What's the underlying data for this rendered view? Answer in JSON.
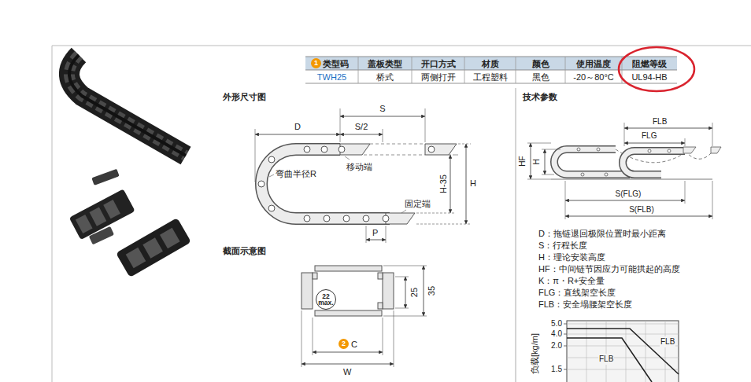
{
  "diagram": {
    "nodes": [
      {
        "text": [
          "1"
        ]
      },
      {
        "text": [
          "22 max."
        ]
      },
      {
        "text": [
          "2"
        ]
      }
    ],
    "labels": [
      "类型码",
      "盖板类型",
      "开口方式",
      "材质",
      "颜色",
      "使用温度",
      "阻燃等级",
      "TWH25",
      "桥式",
      "两侧打开",
      "工程塑料",
      "黑色",
      "-20～80°C",
      "UL94-HB",
      "外形尺寸图",
      "S",
      "D",
      "S/2",
      "弯曲半径R",
      "移动端",
      "H-35",
      "H",
      "固定端",
      "P",
      "截面示意图",
      "25",
      "35",
      "C",
      "W",
      "技术参数",
      "FLB",
      "FLG",
      "HF",
      "H",
      "S(FLG)",
      "S(FLB)",
      "D：拖链退回极限位置时最小距离",
      "S：行程长度",
      "H：理论安装高度",
      "HF：中间链节因应力可能拱起的高度",
      "K：π・R+安全量",
      "FLG：直线架空长度",
      "FLB：安全塌腰架空长度",
      "5.0",
      "4.0",
      "2.0",
      "1.5",
      "负载[kg/m]",
      "FLB",
      "FLB"
    ]
  }
}
